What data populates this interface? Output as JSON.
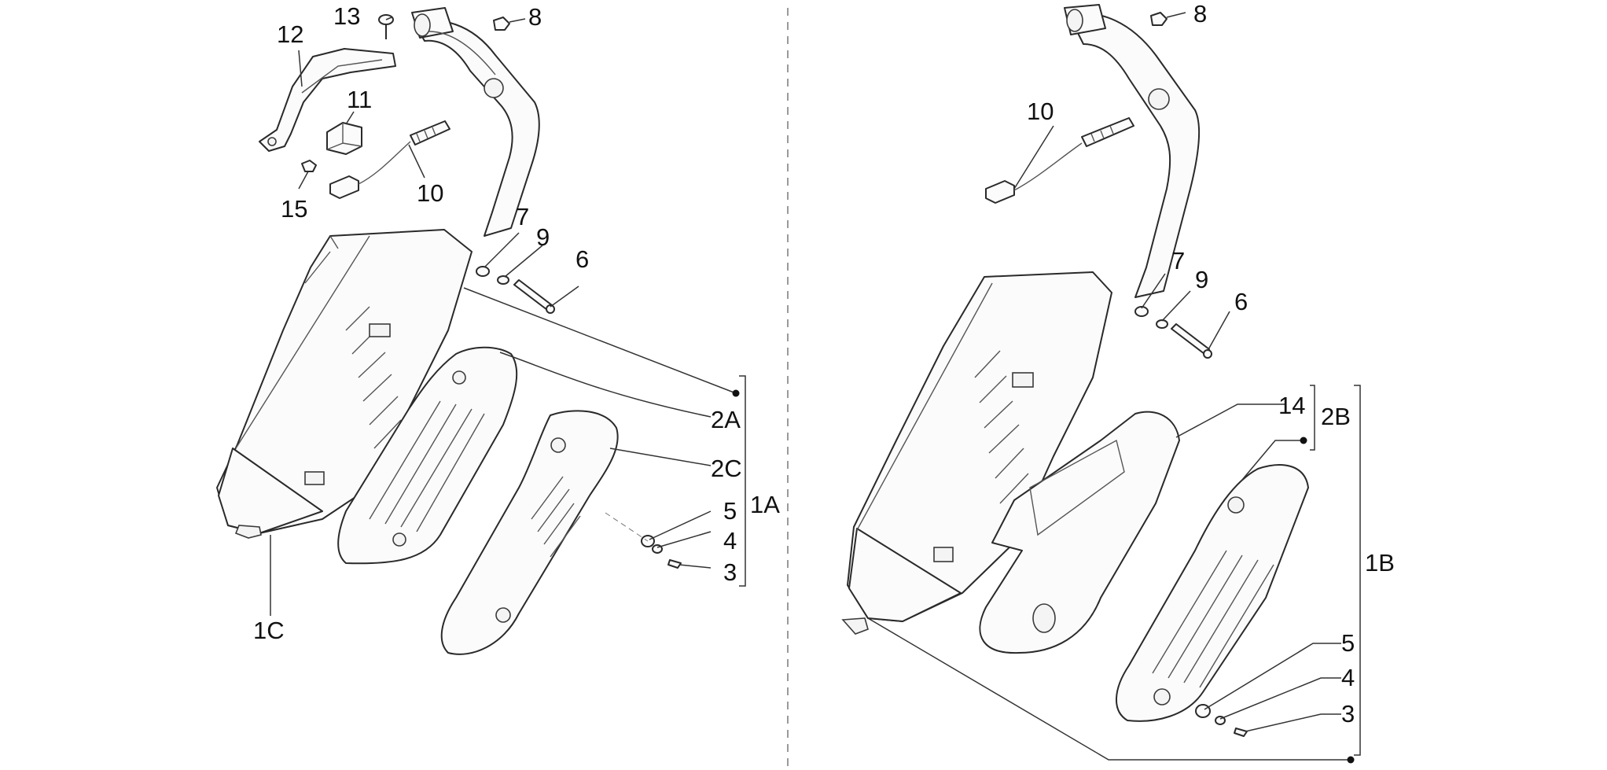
{
  "left_assembly": {
    "labels": [
      "13",
      "8",
      "12",
      "11",
      "10",
      "15",
      "7",
      "9",
      "6",
      "2A",
      "2C",
      "1A",
      "5",
      "4",
      "3",
      "1C"
    ]
  },
  "right_assembly": {
    "labels": [
      "8",
      "10",
      "7",
      "9",
      "6",
      "14",
      "2B",
      "1B",
      "5",
      "4",
      "3"
    ]
  }
}
